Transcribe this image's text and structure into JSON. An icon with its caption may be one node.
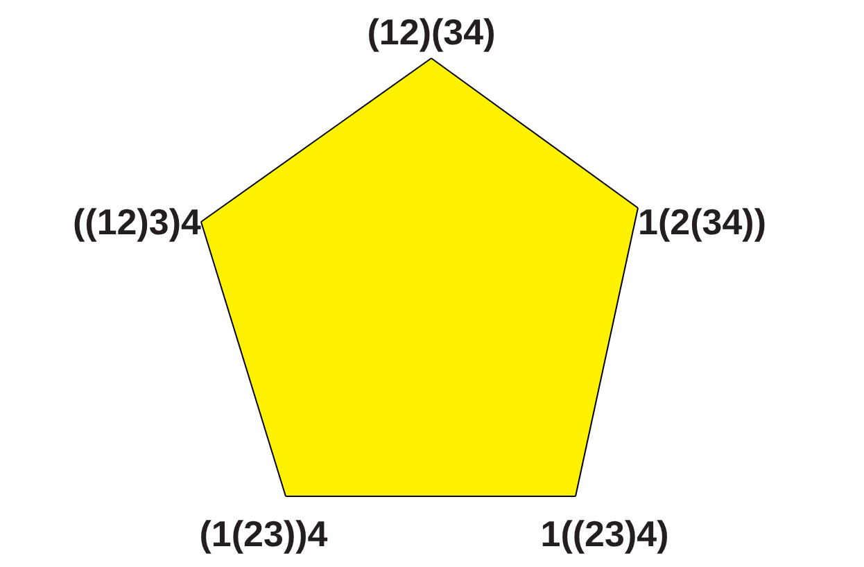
{
  "diagram": {
    "nodes": [
      {
        "text": [
          "(12)(34)"
        ]
      },
      {
        "text": [
          "((12)3)4"
        ]
      },
      {
        "text": [
          "1(2(34))"
        ]
      },
      {
        "text": [
          "(1(23))4"
        ]
      },
      {
        "text": [
          "1((23)4)"
        ]
      }
    ],
    "edges": [
      {
        "from": 0,
        "to": 2,
        "arrow": "none"
      },
      {
        "from": 2,
        "to": 4,
        "arrow": "none"
      },
      {
        "from": 4,
        "to": 3,
        "arrow": "none"
      },
      {
        "from": 3,
        "to": 1,
        "arrow": "none"
      },
      {
        "from": 1,
        "to": 0,
        "arrow": "none"
      }
    ]
  }
}
